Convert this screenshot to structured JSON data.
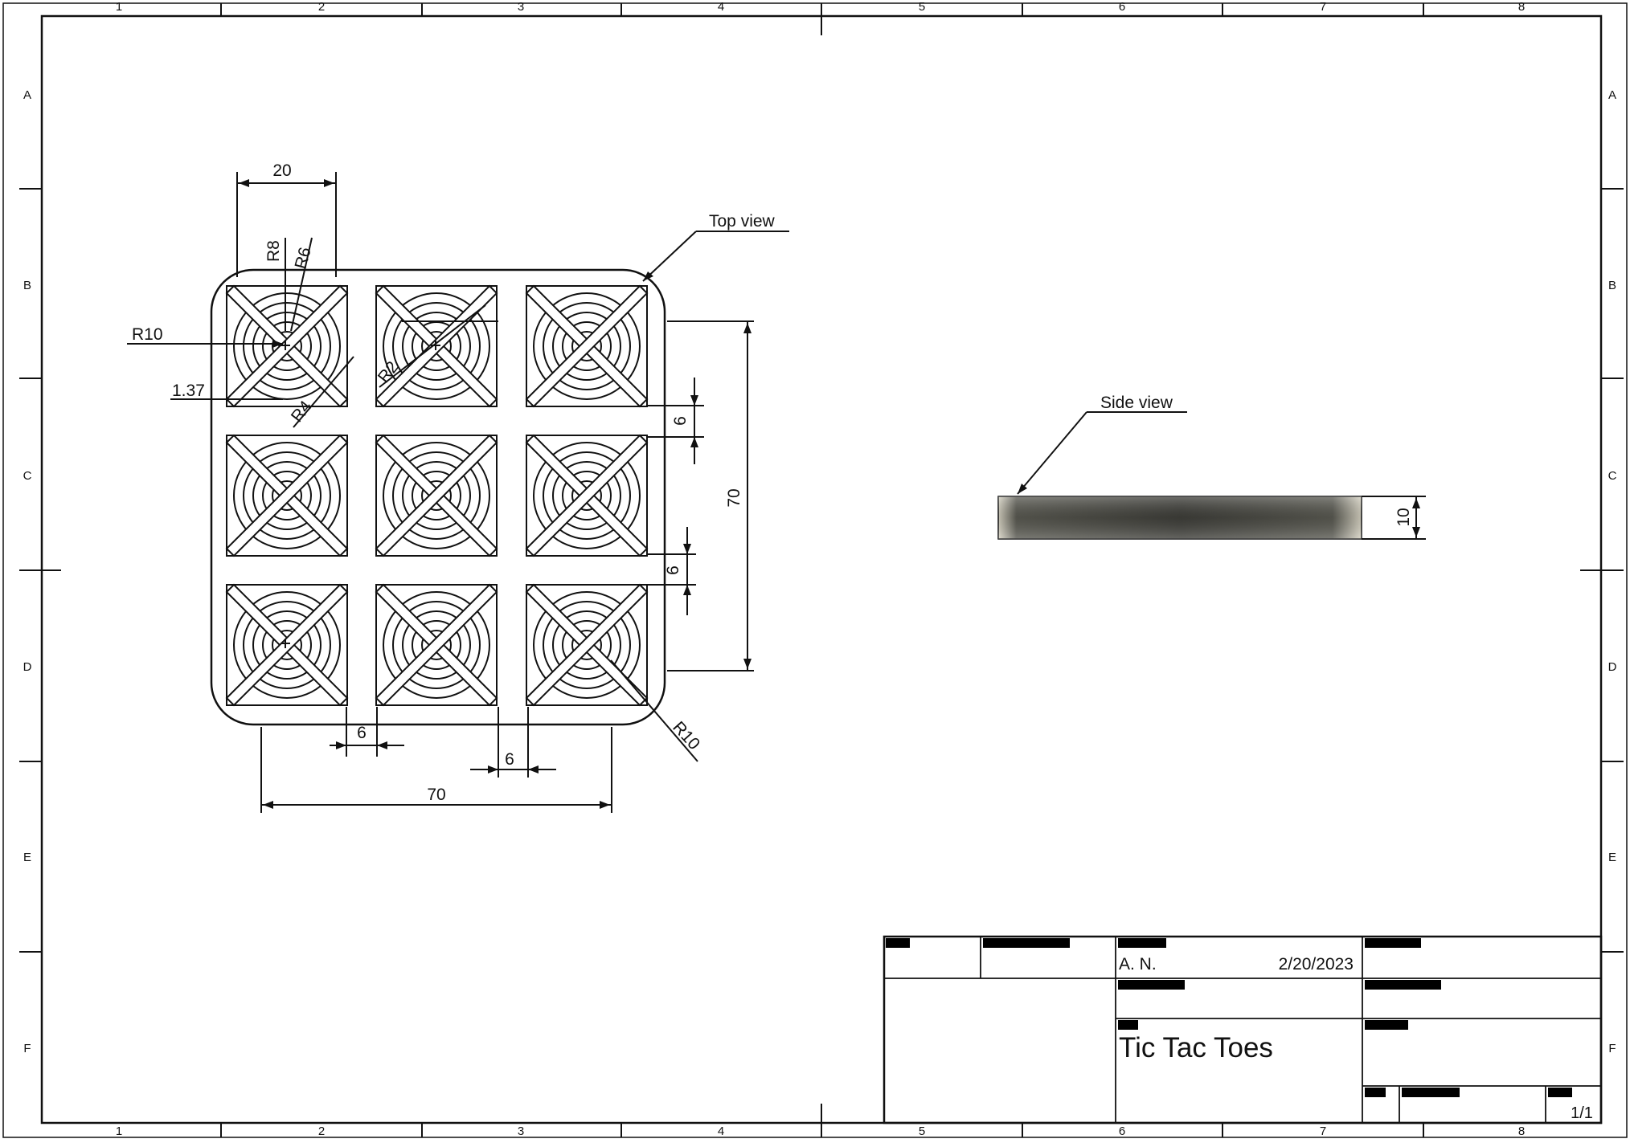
{
  "frame": {
    "column_labels": [
      "1",
      "2",
      "3",
      "4",
      "5",
      "6",
      "7",
      "8"
    ],
    "row_labels": [
      "A",
      "B",
      "C",
      "D",
      "E",
      "F"
    ]
  },
  "top_view": {
    "label": "Top view",
    "dimensions": {
      "cell_width": "20",
      "r8": "R8",
      "r6": "R6",
      "r10_left": "R10",
      "gap_1_37": "1.37",
      "r4_diag": "R4",
      "r2_diag": "R2",
      "gap_right_top": "6",
      "height_total": "70",
      "gap_right_bottom": "6",
      "gap_bottom_left": "6",
      "gap_bottom_mid": "6",
      "width_total": "70",
      "r10_corner": "R10"
    }
  },
  "side_view": {
    "label": "Side view",
    "thickness": "10"
  },
  "title_block": {
    "author": "A. N.",
    "date": "2/20/2023",
    "title": "Tic Tac Toes",
    "sheet": "1/1"
  },
  "colors": {
    "line": "#111111",
    "redaction": "#000000",
    "side_view_fill": "#4a4a42"
  }
}
